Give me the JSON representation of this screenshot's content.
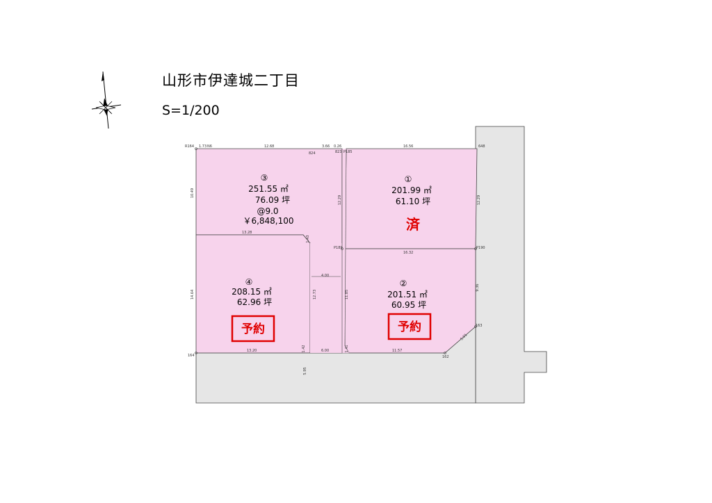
{
  "header": {
    "title": "山形市伊達城二丁目",
    "scale": "S=1/200"
  },
  "colors": {
    "lot_fill": "#f7d3ec",
    "road_fill": "#e6e6e6",
    "stamp_red": "#e00000"
  },
  "lots": [
    {
      "id": "lot-1",
      "number": "①",
      "area_m2": "201.99 ㎡",
      "area_tsubo": "61.10 坪",
      "status": "済"
    },
    {
      "id": "lot-2",
      "number": "②",
      "area_m2": "201.51 ㎡",
      "area_tsubo": "60.95 坪",
      "status": "予約"
    },
    {
      "id": "lot-3",
      "number": "③",
      "area_m2": "251.55 ㎡",
      "area_tsubo": "76.09 坪",
      "unit_price": "@9.0",
      "price": "￥6,848,100"
    },
    {
      "id": "lot-4",
      "number": "④",
      "area_m2": "208.15 ㎡",
      "area_tsubo": "62.96 坪",
      "status": "予約"
    }
  ],
  "dimensions": {
    "top": [
      "R164",
      "1.73",
      "N6",
      "12.68",
      "824",
      "3.66",
      "0.26",
      "823",
      "P185",
      "16.56",
      "648"
    ],
    "left": [
      "10.49",
      "14.64"
    ],
    "inner": [
      "13.28",
      "1.43",
      "12.29",
      "P189",
      "16.32",
      "P190",
      "12.29",
      "4.00",
      "12.73",
      "11.85",
      "9.36",
      "163",
      "5.01"
    ],
    "bottom": [
      "164",
      "13.20",
      "1.42",
      "6.00",
      "1.41",
      "11.57",
      "162",
      "5.95"
    ]
  }
}
